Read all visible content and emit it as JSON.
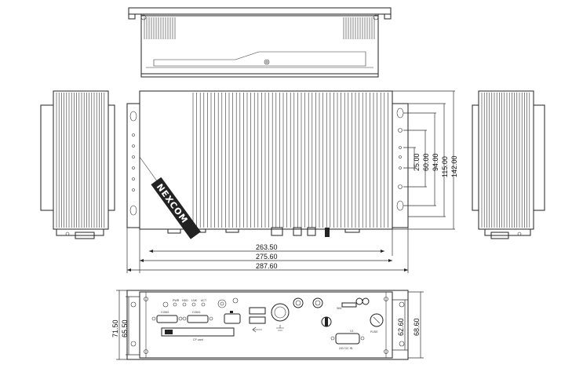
{
  "drawing": {
    "logo": "NEXCOM",
    "dimensions": {
      "front_width": [
        "263.50",
        "275.60",
        "287.60"
      ],
      "front_height": [
        "25.00",
        "60.00",
        "94.00",
        "115.00",
        "142.00"
      ],
      "rear_left": [
        "71.50",
        "65.50"
      ],
      "rear_right": [
        "62.60",
        "68.60"
      ]
    },
    "rear_panel_labels": {
      "pwr": "PWR",
      "hdd": "HDD",
      "lnk": "LNK",
      "act": "ACT",
      "com2": "COM2",
      "com1": "COM1",
      "cf_card": "CF card",
      "sim": "SIM",
      "fuse": "FUSE",
      "dc_in": "24V DC IN",
      "v1": "V1"
    }
  }
}
